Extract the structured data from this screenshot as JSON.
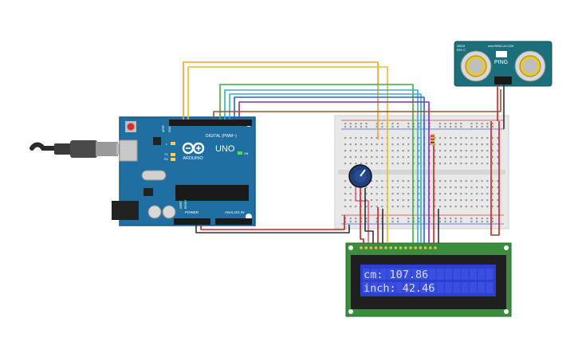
{
  "arduino": {
    "brand": "ARDUINO",
    "model": "UNO",
    "digital_label": "DIGITAL (PWM~)",
    "power_label": "POWER",
    "analog_label": "ANALOG IN",
    "aref_label": "AREF",
    "gnd_label": "GND",
    "tx_label": "TX",
    "rx_label": "RX",
    "l_label": "L",
    "on_label": "ON",
    "ioref_label": "IOREF",
    "reset_label": "RESET"
  },
  "sensor": {
    "name": "PING",
    "version": "28015",
    "rev": "REV C",
    "maker": "www.PARALLAX.COM"
  },
  "lcd": {
    "line1": "cm: 107.86",
    "line2": "inch: 42.46"
  },
  "colors": {
    "board": "#1f6fa3",
    "board_edge": "#175a86",
    "lcd_pcb": "#3a8d3a",
    "lcd_screen": "#2b3fd1",
    "lcd_text": "#d9dcff",
    "sensor_pcb": "#1b6f7a",
    "breadboard": "#e8e8e8",
    "wire_orange": "#f0a030",
    "wire_yellow": "#e8c020",
    "wire_green": "#3cb040",
    "wire_cyan": "#30b0d0",
    "wire_blue": "#3060d0",
    "wire_purple": "#8030b0",
    "wire_brown": "#a05020",
    "wire_red": "#d02020",
    "wire_black": "#303030",
    "wire_pink": "#e06080"
  }
}
